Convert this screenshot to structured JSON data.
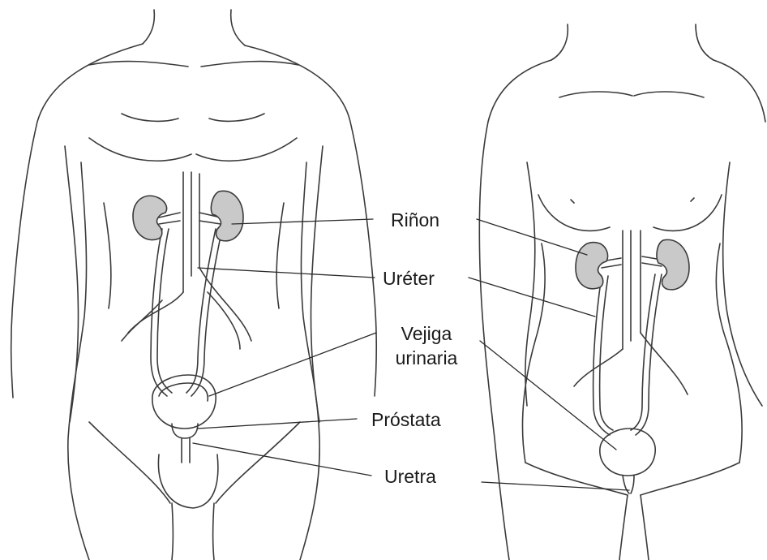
{
  "labels": {
    "kidney": "Riñon",
    "ureter": "Uréter",
    "bladder_line1": "Vejiga",
    "bladder_line2": "urinaria",
    "prostate": "Próstata",
    "urethra": "Uretra"
  },
  "colors": {
    "outline": "#3a3a3a",
    "organ_fill": "#c9c9c9",
    "leader": "#2a2a2a"
  }
}
